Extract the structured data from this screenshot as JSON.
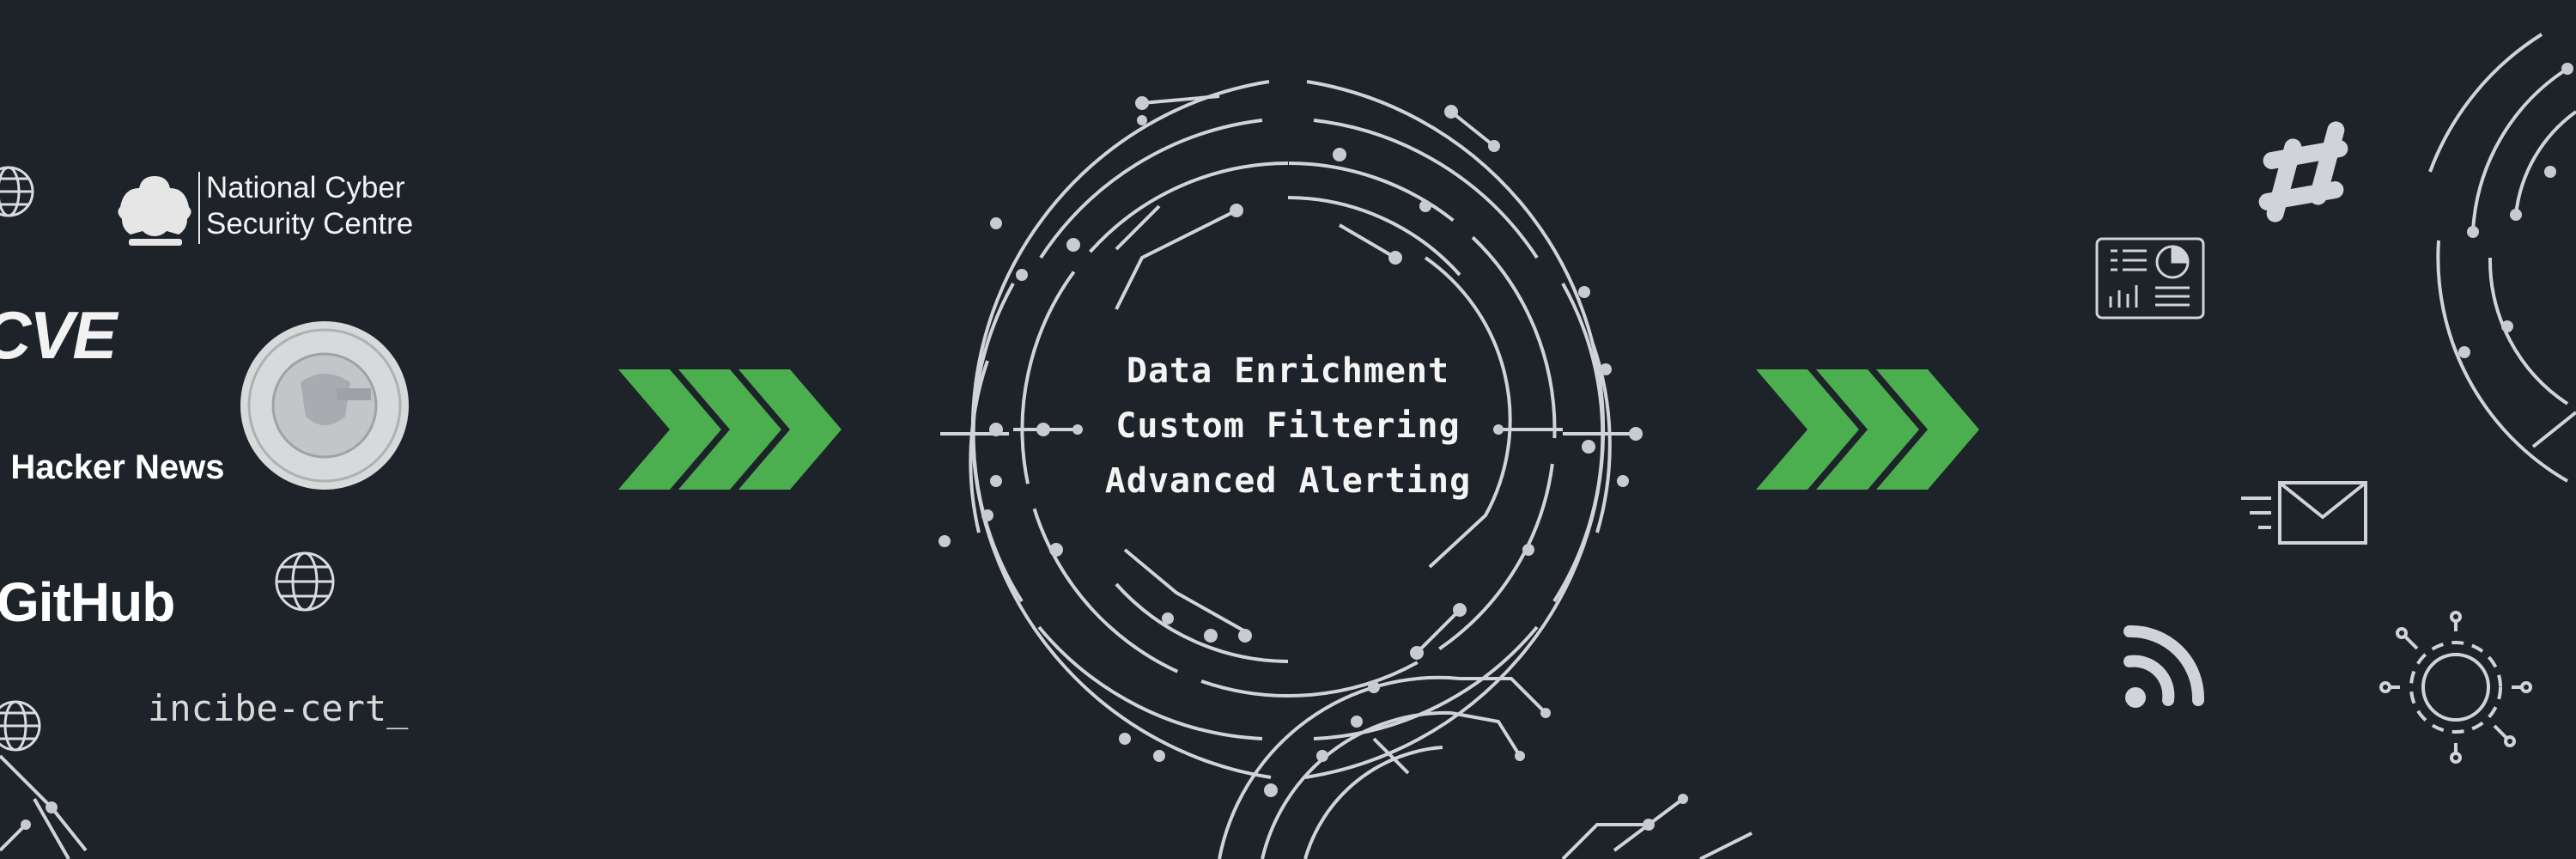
{
  "center_labels": {
    "line1": "Data Enrichment",
    "line2": "Custom Filtering",
    "line3": "Advanced Alerting"
  },
  "sources": {
    "ncsc_line1": "National Cyber",
    "ncsc_line2": "Security Centre",
    "cve": "CVE",
    "hacker_news": ": Hacker News",
    "github": "GitHub",
    "incibe": "incibe-cert_",
    "cisa_logo": "CISA"
  },
  "colors": {
    "background": "#1e2229",
    "arrows": "#4bae4f",
    "circuit": "#d0d3d7"
  },
  "icons": [
    "globe-icon",
    "slack-icon",
    "dashboard-report-icon",
    "email-icon",
    "rss-icon",
    "api-icon"
  ]
}
